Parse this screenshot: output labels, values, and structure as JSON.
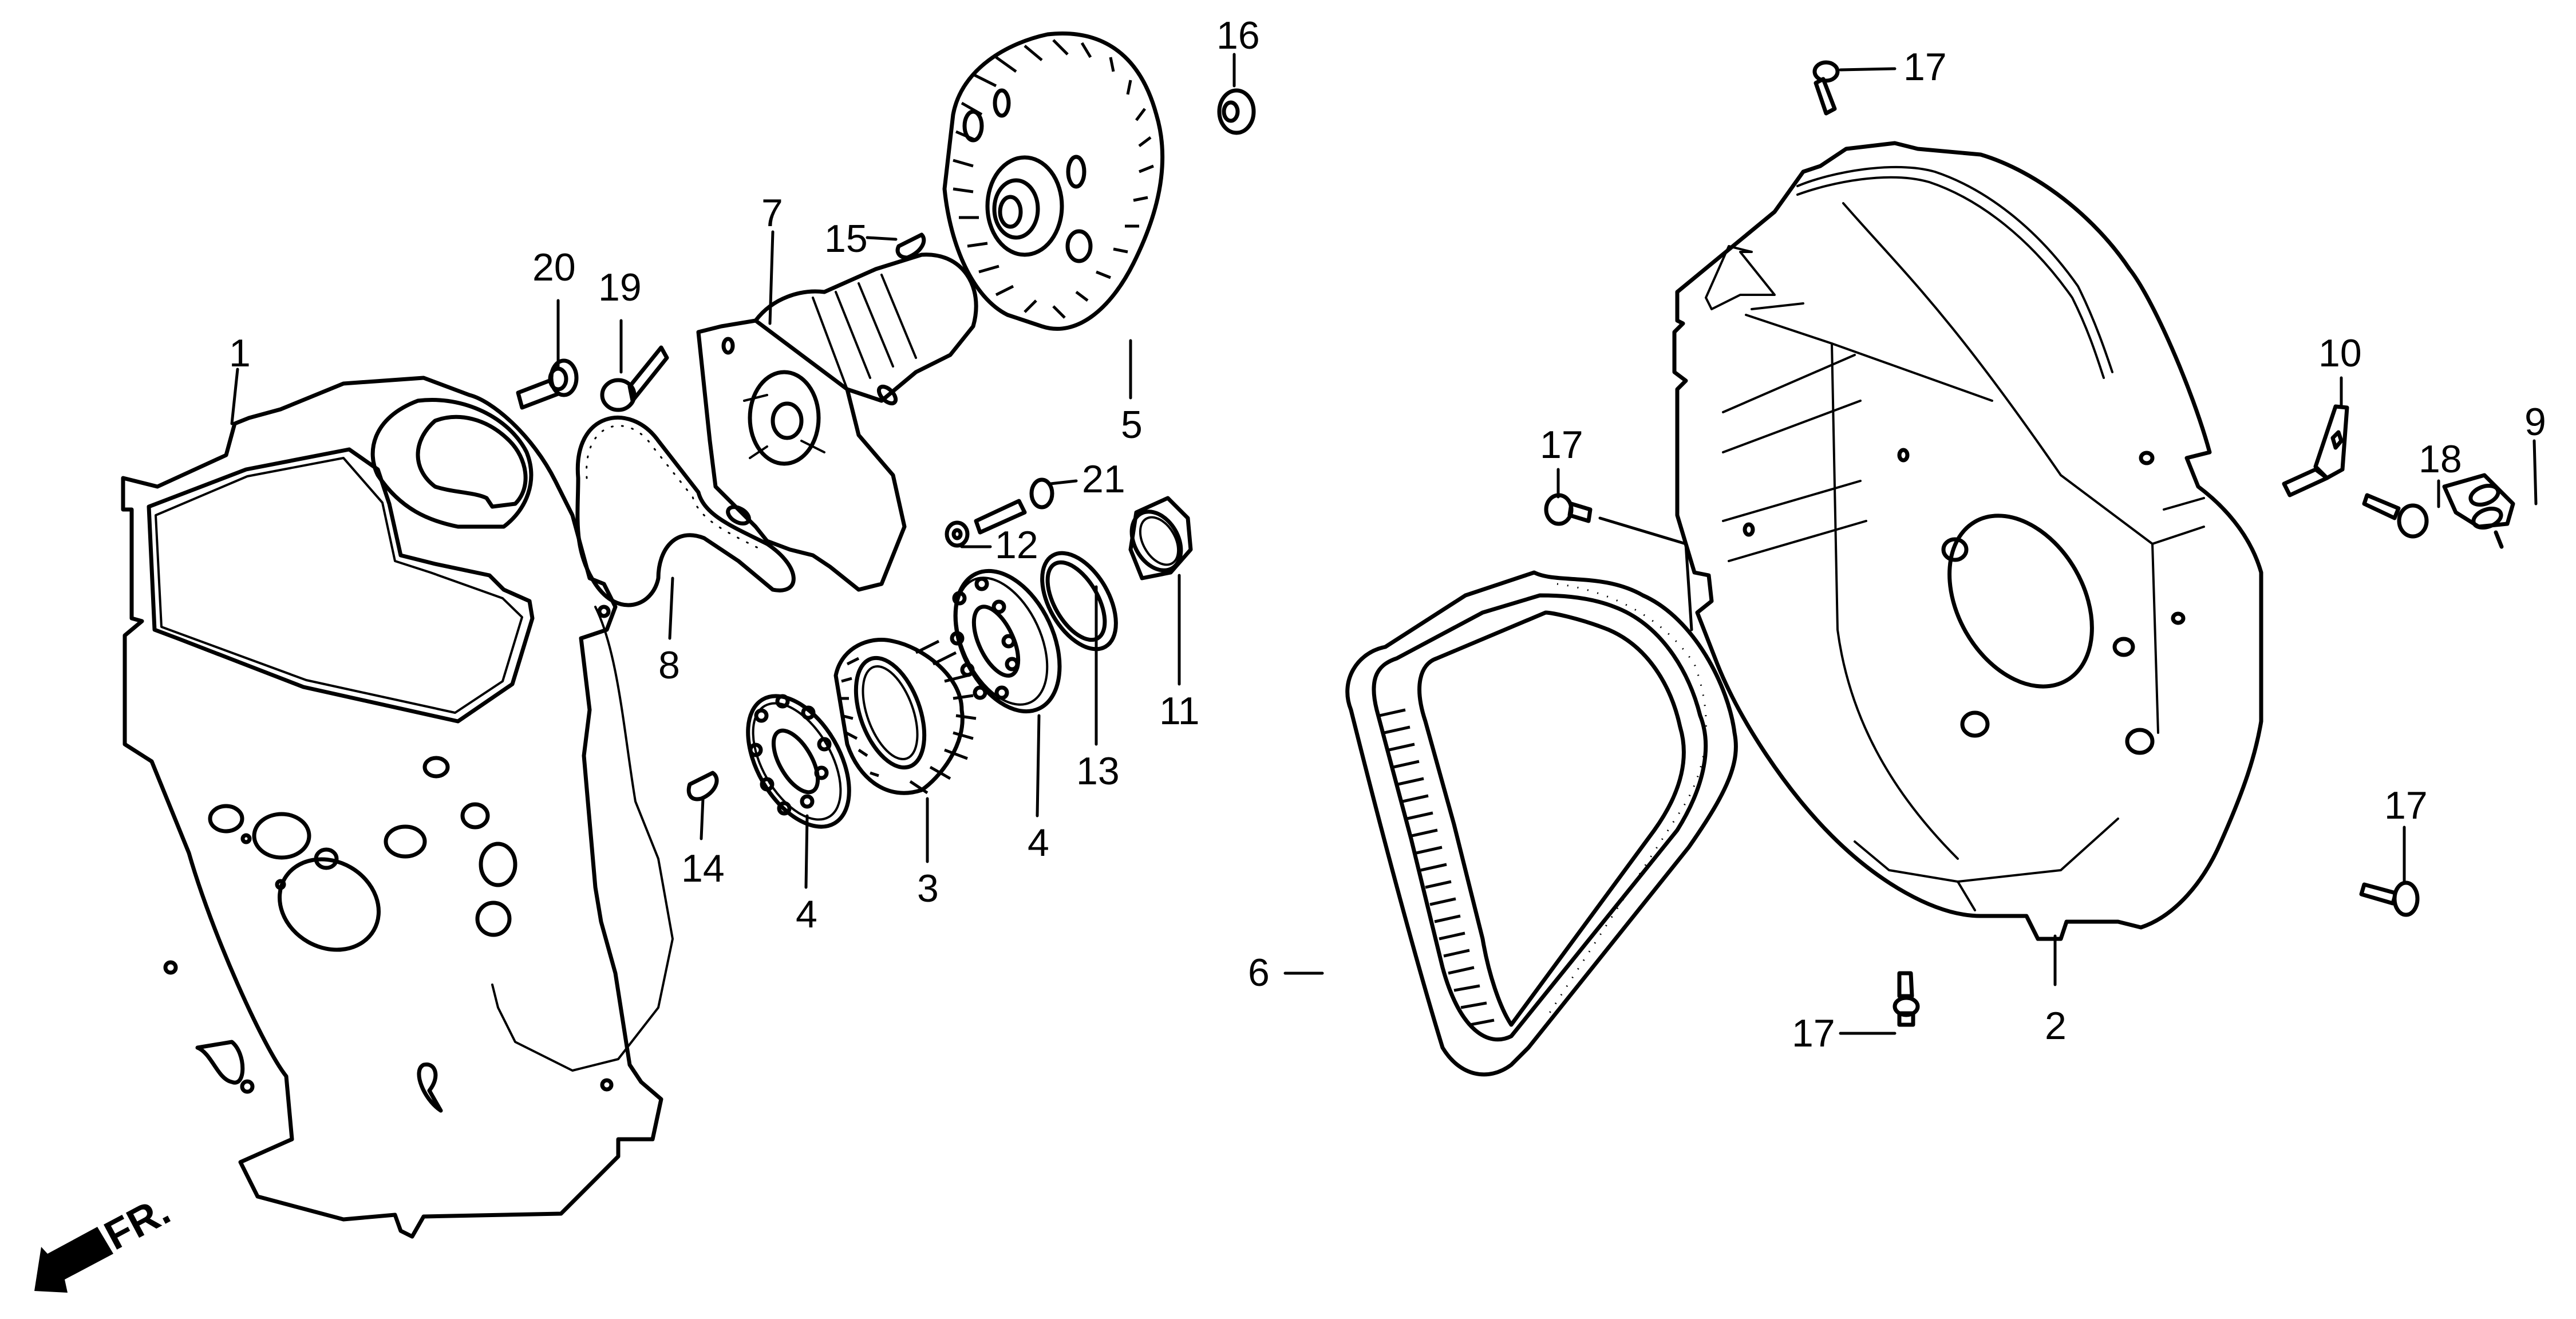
{
  "diagram": {
    "type": "exploded-parts-diagram",
    "direction_indicator": {
      "label": "FR.",
      "icon": "arrow-down-left-icon"
    },
    "colors": {
      "line": "#000000",
      "background": "#ffffff"
    },
    "callouts": [
      {
        "id": "c1",
        "number": "1",
        "part": "timing-belt-back-cover"
      },
      {
        "id": "c2",
        "number": "2",
        "part": "timing-belt-upper-cover"
      },
      {
        "id": "c3",
        "number": "3",
        "part": "crankshaft-timing-pulley"
      },
      {
        "id": "c4a",
        "number": "4",
        "part": "belt-guide-plate-outer"
      },
      {
        "id": "c4b",
        "number": "4",
        "part": "belt-guide-plate-inner"
      },
      {
        "id": "c5",
        "number": "5",
        "part": "camshaft-timing-pulley"
      },
      {
        "id": "c6",
        "number": "6",
        "part": "timing-belt"
      },
      {
        "id": "c7",
        "number": "7",
        "part": "oil-pump-assembly"
      },
      {
        "id": "c8",
        "number": "8",
        "part": "oil-pump-gasket"
      },
      {
        "id": "c9",
        "number": "9",
        "part": "clamp"
      },
      {
        "id": "c10",
        "number": "10",
        "part": "bracket"
      },
      {
        "id": "c11",
        "number": "11",
        "part": "lock-nut"
      },
      {
        "id": "c12",
        "number": "12",
        "part": "washer"
      },
      {
        "id": "c13",
        "number": "13",
        "part": "lock-washer"
      },
      {
        "id": "c14",
        "number": "14",
        "part": "woodruff-key-crank"
      },
      {
        "id": "c15",
        "number": "15",
        "part": "woodruff-key-cam"
      },
      {
        "id": "c16",
        "number": "16",
        "part": "flange-nut"
      },
      {
        "id": "c17a",
        "number": "17",
        "part": "flange-bolt-top"
      },
      {
        "id": "c17b",
        "number": "17",
        "part": "flange-bolt-left"
      },
      {
        "id": "c17c",
        "number": "17",
        "part": "flange-bolt-right"
      },
      {
        "id": "c17d",
        "number": "17",
        "part": "flange-bolt-bottom"
      },
      {
        "id": "c18",
        "number": "18",
        "part": "flange-bolt-bracket"
      },
      {
        "id": "c19",
        "number": "19",
        "part": "flange-bolt-pump-a"
      },
      {
        "id": "c20",
        "number": "20",
        "part": "flange-bolt-pump-b"
      },
      {
        "id": "c21",
        "number": "21",
        "part": "flange-bolt-pulley"
      }
    ]
  }
}
